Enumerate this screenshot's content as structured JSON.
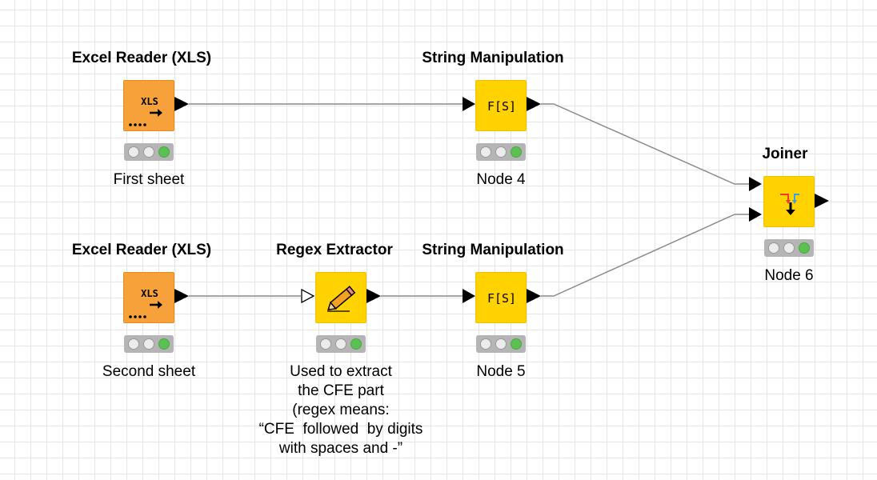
{
  "canvas": {
    "grid_color": "#e6e6e6",
    "background": "#ffffff"
  },
  "colors": {
    "source_node": "#f7a13b",
    "manipulator_node": "#ffd200",
    "status_green": "#5cc152",
    "status_off": "#ececec",
    "connection": "#8a8a8a"
  },
  "nodes": {
    "excel_reader_1": {
      "title": "Excel Reader (XLS)",
      "caption": "First sheet",
      "icon": "xls-reader-icon",
      "icon_text": "XLS",
      "status": "executed"
    },
    "excel_reader_2": {
      "title": "Excel Reader (XLS)",
      "caption": "Second sheet",
      "icon": "xls-reader-icon",
      "icon_text": "XLS",
      "status": "executed"
    },
    "regex_extractor": {
      "title": "Regex Extractor",
      "caption_lines": [
        "Used to extract",
        "the CFE part",
        "(regex means:",
        "“CFE  followed  by digits",
        "with spaces and -”"
      ],
      "icon": "pencil-icon",
      "status": "executed"
    },
    "string_manip_4": {
      "title": "String Manipulation",
      "caption": "Node 4",
      "icon": "function-icon",
      "icon_text": "F[S]",
      "status": "executed"
    },
    "string_manip_5": {
      "title": "String Manipulation",
      "caption": "Node 5",
      "icon": "function-icon",
      "icon_text": "F[S]",
      "status": "executed"
    },
    "joiner": {
      "title": "Joiner",
      "caption": "Node 6",
      "icon": "joiner-icon",
      "status": "executed"
    }
  },
  "connections": [
    {
      "from": "excel_reader_1",
      "to": "string_manip_4"
    },
    {
      "from": "excel_reader_2",
      "to": "regex_extractor"
    },
    {
      "from": "regex_extractor",
      "to": "string_manip_5"
    },
    {
      "from": "string_manip_4",
      "to": "joiner",
      "port": 1
    },
    {
      "from": "string_manip_5",
      "to": "joiner",
      "port": 2
    }
  ]
}
